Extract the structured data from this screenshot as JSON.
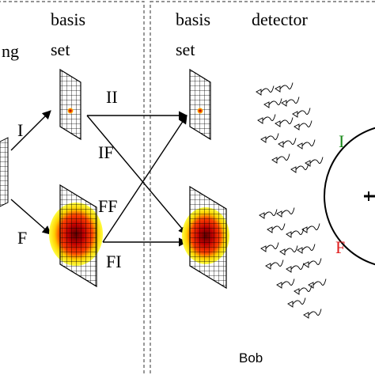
{
  "left_panel": {
    "heading_fragment": "ng",
    "basis_label_1": "basis",
    "basis_label_2": "set",
    "input_labels": {
      "upper": "I",
      "lower": "F"
    },
    "channel_labels": {
      "II": "II",
      "IF": "IF",
      "FF": "FF",
      "FI": "FI"
    }
  },
  "right_panel": {
    "basis_label_1": "basis",
    "basis_label_2": "set",
    "detector_label": "detector",
    "party_label": "Bob"
  },
  "outcome_circle": {
    "upper_label": "I",
    "lower_label": "F",
    "upper_color": "#1a8a1a",
    "lower_color": "#e02020"
  },
  "colors": {
    "frame_dash": "#555555",
    "grid_line": "#000000",
    "spot_core": "#8b0000",
    "spot_mid": "#e02000",
    "spot_outer": "#ffee00"
  }
}
